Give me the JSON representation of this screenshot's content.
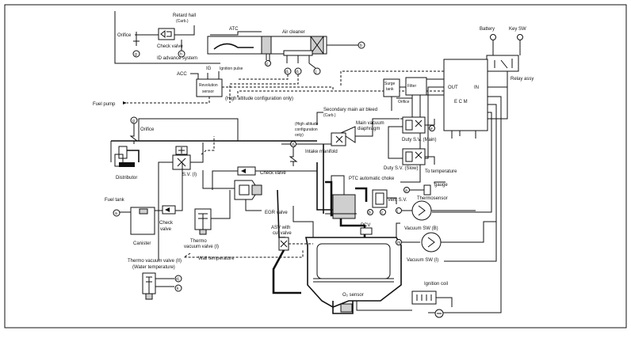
{
  "labels": {
    "retard_hall": "Retard hall",
    "retard_hall_sub": "(Carb.)",
    "orifice_top": "Orifice",
    "check_valve_top": "Check valve",
    "id_advance": "ID advance system",
    "atc": "ATC",
    "air_cleaner": "Air cleaner",
    "battery": "Battery",
    "key_sw": "Key SW",
    "relay_assy": "Relay assy",
    "acc": "ACC",
    "ig": "IG",
    "ignition_pulse": "Ignition pulse",
    "revolution_sensor_1": "Revolution",
    "revolution_sensor_2": "sensor",
    "fuel_pump": "Fuel pump",
    "high_alt_config_only": "(High altitude configuration only)",
    "out": "OUT",
    "in": "IN",
    "ecm": "E C M",
    "surge_tank_1": "Surge",
    "surge_tank_2": "tank",
    "filter": "Filter",
    "orifice_right": "Orifice",
    "secondary_main_air_bleed": "Secondary main air bleed",
    "secondary_main_air_bleed_sub": "(Carb.)",
    "main_vacuum_1": "Main vacuum",
    "main_vacuum_2": "diaphragm",
    "high_alt_config_only_2a": "(High altitude",
    "high_alt_config_only_2b": "configuration",
    "high_alt_config_only_2c": "only)",
    "duty_sv_main": "Duty S.V. (Main)",
    "duty_sv_slow": "Duty S.V. (Slow)",
    "orifice_left": "Orifice",
    "distributor": "Distributor",
    "intake_manifold": "Intake manifold",
    "sv_ii": "S.V. (I)",
    "check_valve_mid": "Check valve",
    "ptc_choke": "PTC automatic choke",
    "to_temp_gauge_1": "To temperature",
    "to_temp_gauge_2": "gauge",
    "thermosensor": "Thermosensor",
    "vent_sv": "Vent S.V.",
    "fuel_tank": "Fuel tank",
    "check_valve_left_1": "Check",
    "check_valve_left_2": "valve",
    "canister": "Canister",
    "egr_valve": "EGR valve",
    "thermo_vac_valve_1": "Thermo",
    "thermo_vac_valve_2": "vacuum valve (I)",
    "wall_temp": "Wall temperature",
    "asv_1": "ASV with",
    "asv_2": "cut valve",
    "pcv": "PCV",
    "vacuum_sw_b": "Vacuum SW (B)",
    "vacuum_sw_d": "Vacuum SW (I)",
    "thermo_vac_valve_ii_1": "Thermo vacuum valve (II)",
    "thermo_vac_valve_ii_2": "(Water temperature)",
    "o2_sensor": "O₂ sensor",
    "ignition_coil": "Ignition coil"
  },
  "connectors": {
    "a": "a",
    "b": "b",
    "c": "c",
    "d1": "d₁",
    "d2": "d₂",
    "e": "e",
    "f": "f",
    "g": "g",
    "h": "h",
    "i": "i",
    "j": "j",
    "k": "k",
    "m": "m"
  }
}
